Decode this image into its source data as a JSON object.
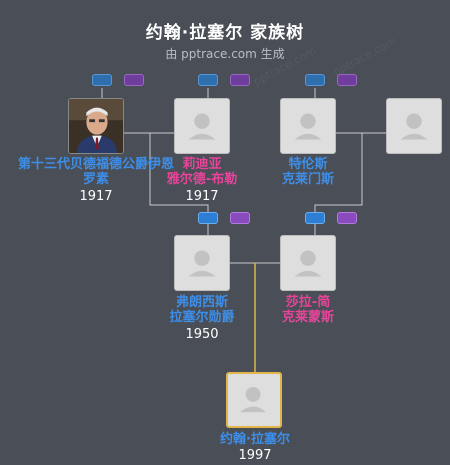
{
  "header": {
    "title": "约翰·拉塞尔 家族树",
    "subtitle": "由 pptrace.com 生成"
  },
  "people": {
    "p1": {
      "name_line1": "第十三代贝德福德公爵伊恩",
      "name_line2": "罗素",
      "year": "1917"
    },
    "p2": {
      "name_line1": "莉迪亚",
      "name_line2": "雅尔德-布勒",
      "year": "1917"
    },
    "p3": {
      "name_line1": "特伦斯",
      "name_line2": "克莱门斯",
      "year": ""
    },
    "p4": {
      "name_line1": "",
      "name_line2": "",
      "year": ""
    },
    "p5": {
      "name_line1": "弗朗西斯",
      "name_line2": "拉塞尔勋爵",
      "year": "1950"
    },
    "p6": {
      "name_line1": "莎拉-简",
      "name_line2": "克莱蒙斯",
      "year": ""
    },
    "p7": {
      "name_line1": "约翰·拉塞尔",
      "name_line2": "",
      "year": "1997"
    }
  },
  "colors": {
    "background": "#4a4f57",
    "male_name": "#3d8ee8",
    "female_name": "#e8449a",
    "connector": "#c8c8c8",
    "focus_connector": "#e0b64a"
  }
}
